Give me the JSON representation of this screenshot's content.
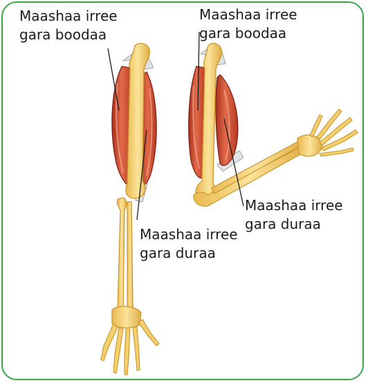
{
  "labels": {
    "left_top": {
      "line1": "Maashaa irree",
      "line2": "gara boodaa"
    },
    "right_top": {
      "line1": "Maashaa irree",
      "line2": "gara boodaa"
    },
    "left_bottom": {
      "line1": "Maashaa irree",
      "line2": "gara duraa"
    },
    "right_bottom": {
      "line1": "Maashaa irree",
      "line2": "gara duraa"
    }
  },
  "colors": {
    "frame": "#3aa64a",
    "bone": "#f4cf6e",
    "bone_outline": "#c9962c",
    "muscle": "#c8452c",
    "tendon": "#d8dde2",
    "leader_line": "#1c1c1c"
  }
}
